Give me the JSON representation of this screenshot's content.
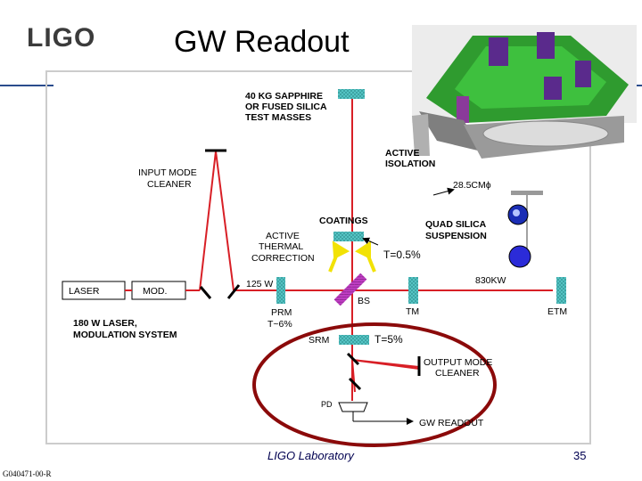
{
  "slide": {
    "logo": "LIGO",
    "title": "GW Readout",
    "footer": "LIGO Laboratory",
    "page_number": "35",
    "doc_id": "G040471-00-R"
  },
  "labels": {
    "test_masses": [
      "40 KG SAPPHIRE",
      "OR FUSED SILICA",
      "TEST MASSES"
    ],
    "active_isolation": [
      "ACTIVE",
      "ISOLATION"
    ],
    "diameter": "28.5CMϕ",
    "input_mode_cleaner": [
      "INPUT  MODE",
      "CLEANER"
    ],
    "coatings": "COATINGS",
    "quad_suspension": [
      "QUAD SILICA",
      "SUSPENSION"
    ],
    "thermal_correction": [
      "ACTIVE",
      "THERMAL",
      "CORRECTION"
    ],
    "t_itm": "T=0.5%",
    "laser": "LASER",
    "mod": "MOD.",
    "power_125": "125 W",
    "power_830": "830KW",
    "bs": "BS",
    "prm": [
      "PRM",
      "T~6%"
    ],
    "itm_tm": "TM",
    "etm": "ETM",
    "laser_system": [
      "180 W LASER,",
      "MODULATION SYSTEM"
    ],
    "srm": "SRM",
    "t_srm": "T=5%",
    "output_mode_cleaner": [
      "OUTPUT  MODE",
      "CLEANER"
    ],
    "pd": "PD",
    "gw_readout": "GW  READOUT"
  },
  "colors": {
    "beam": "#d81f26",
    "optic": "#58c8c8",
    "highlight_ellipse": "#8b0a0a",
    "arrow": "#f2e205",
    "bs_optic": "#c23fc6"
  }
}
